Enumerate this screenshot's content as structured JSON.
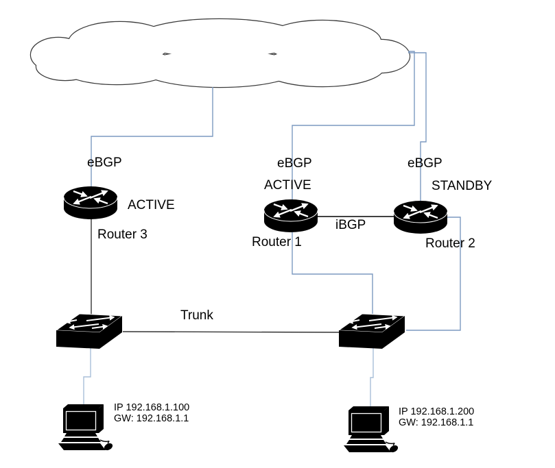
{
  "diagram": {
    "nodes": {
      "router3": {
        "name": "Router 3",
        "role": "ACTIVE",
        "protocol": "eBGP"
      },
      "router1": {
        "name": "Router 1",
        "role": "ACTIVE",
        "protocol": "eBGP"
      },
      "router2": {
        "name": "Router 2",
        "role": "STANDBY",
        "protocol": "eBGP"
      },
      "pc1": {
        "ip_label": "IP 192.168.1.100",
        "gw_label": "GW: 192.168.1.1"
      },
      "pc2": {
        "ip_label": "IP 192.168.1.200",
        "gw_label": "GW: 192.168.1.1"
      }
    },
    "links": {
      "ibgp_label": "iBGP",
      "trunk_label": "Trunk"
    },
    "colors": {
      "link_blue": "#7c99c0",
      "link_blue_light": "#a9bfd8",
      "line_dark": "#333333",
      "ibgp_black": "#000000",
      "shape_black": "#000000",
      "cloud_stroke": "#3a3a3a"
    }
  }
}
